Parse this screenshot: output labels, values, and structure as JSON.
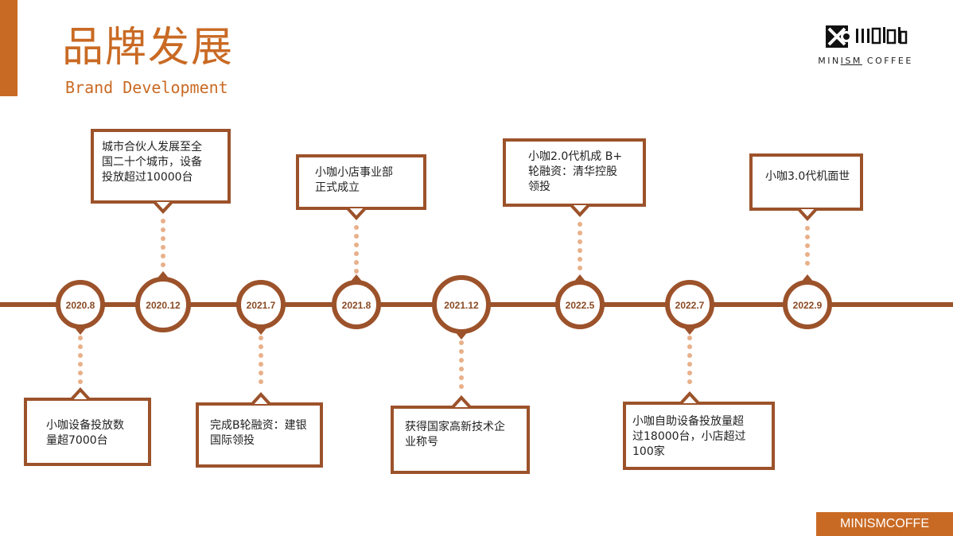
{
  "header": {
    "title_cn": "品牌发展",
    "title_en": "Brand Development"
  },
  "logo": {
    "brand_text_1": "MIN",
    "brand_text_2": "ISM",
    "brand_text_3": " COFFEE"
  },
  "colors": {
    "accent": "#c96a24",
    "timeline": "#9c522a",
    "dots": "#e8b08a",
    "date_text": "#8a4a23"
  },
  "milestones": [
    {
      "date": "2020.8",
      "text": "小咖设备投放数\n量超7000台"
    },
    {
      "date": "2020.12",
      "text": "城市合伙人发展至全\n国二十个城市，设备\n投放超过10000台"
    },
    {
      "date": "2021.7",
      "text": "完成B轮融资：建银\n国际领投"
    },
    {
      "date": "2021.8",
      "text": "小咖小店事业部\n正式成立"
    },
    {
      "date": "2021.12",
      "text": "获得国家高新技术企\n业称号"
    },
    {
      "date": "2022.5",
      "text": "小咖2.0代机成 B+\n轮融资：清华控股\n领投"
    },
    {
      "date": "2022.7",
      "text": "小咖自助设备投放量超\n过18000台，小店超过\n100家"
    },
    {
      "date": "2022.9",
      "text": "小咖3.0代机面世"
    }
  ],
  "footer": {
    "tag": "MINISMCOFFE"
  }
}
